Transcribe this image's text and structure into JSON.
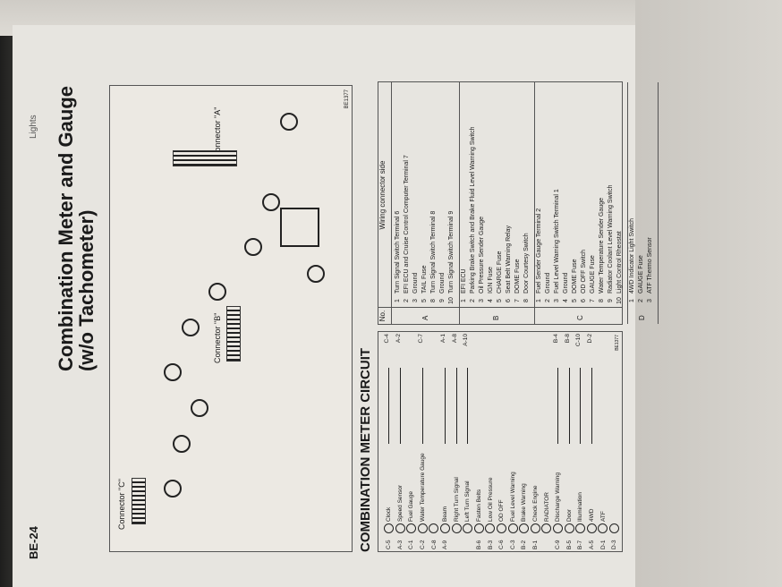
{
  "page": {
    "id": "BE-24",
    "running_head": "Lights",
    "title_line1": "Combination Meter and Gauge",
    "title_line2": "(w/o Tachometer)"
  },
  "diagram": {
    "connector_a": "Connector \"A\"",
    "connector_b": "Connector \"B\"",
    "connector_c": "Connector \"C\"",
    "id": "BE1377"
  },
  "circuit_title": "COMBINATION METER CIRCUIT",
  "schematic": {
    "rows": [
      {
        "pin": "C-5",
        "name": "Clock",
        "right": "C-4"
      },
      {
        "pin": "A-3",
        "name": "Speed Sensor",
        "right": "A-2"
      },
      {
        "pin": "C-1",
        "name": "Fuel Gauge",
        "right": ""
      },
      {
        "pin": "C-2",
        "name": "Water Temperature Gauge",
        "right": "C-7"
      },
      {
        "pin": "C-8",
        "name": "",
        "right": ""
      },
      {
        "pin": "A-9",
        "name": "Beam",
        "right": "A-1"
      },
      {
        "pin": "",
        "name": "Right Turn Signal",
        "right": "A-8"
      },
      {
        "pin": "",
        "name": "Left Turn Signal",
        "right": "A-10"
      },
      {
        "pin": "B-6",
        "name": "Fasten Belts",
        "right": ""
      },
      {
        "pin": "B-3",
        "name": "Low Oil Pressure",
        "right": ""
      },
      {
        "pin": "C-6",
        "name": "OD OFF",
        "right": ""
      },
      {
        "pin": "C-3",
        "name": "Fuel Level Warning",
        "right": ""
      },
      {
        "pin": "B-2",
        "name": "Brake Warning",
        "right": ""
      },
      {
        "pin": "B-1",
        "name": "Check Engine",
        "right": ""
      },
      {
        "pin": "",
        "name": "RADIATOR",
        "right": ""
      },
      {
        "pin": "C-9",
        "name": "Discharge Warning",
        "right": "B-4"
      },
      {
        "pin": "B-5",
        "name": "Door",
        "right": "B-8"
      },
      {
        "pin": "B-7",
        "name": "Illumination",
        "right": "C-10"
      },
      {
        "pin": "A-5",
        "name": "4WD",
        "right": "D-2"
      },
      {
        "pin": "D-1",
        "name": "ATF",
        "right": ""
      },
      {
        "pin": "D-3",
        "name": "",
        "right": ""
      }
    ],
    "id": "BE1377"
  },
  "table": {
    "col_no": "No.",
    "col_side": "Wiring connector side",
    "groups": [
      {
        "label": "A",
        "rows": [
          {
            "no": "1",
            "text": "Turn Signal Switch Terminal 6"
          },
          {
            "no": "2",
            "text": "EFI ECU and Cruise Control Computer Terminal 7"
          },
          {
            "no": "3",
            "text": "Ground"
          },
          {
            "no": "5",
            "text": "TAIL Fuse"
          },
          {
            "no": "8",
            "text": "Turn Signal Switch Terminal 8"
          },
          {
            "no": "9",
            "text": "Ground"
          },
          {
            "no": "10",
            "text": "Turn Signal Switch Terminal 9"
          }
        ]
      },
      {
        "label": "B",
        "rows": [
          {
            "no": "1",
            "text": "EFI ECU"
          },
          {
            "no": "2",
            "text": "Parking Brake Switch and Brake Fluid Level Warning Switch"
          },
          {
            "no": "3",
            "text": "Oil Pressure Sender Gauge"
          },
          {
            "no": "4",
            "text": "IGN Fuse"
          },
          {
            "no": "5",
            "text": "CHARGE Fuse"
          },
          {
            "no": "6",
            "text": "Seat Belt Warning Relay"
          },
          {
            "no": "7",
            "text": "DOME Fuse"
          },
          {
            "no": "8",
            "text": "Door Courtesy Switch"
          }
        ]
      },
      {
        "label": "C",
        "rows": [
          {
            "no": "1",
            "text": "Fuel Sender Gauge Terminal 2"
          },
          {
            "no": "2",
            "text": "Ground"
          },
          {
            "no": "3",
            "text": "Fuel Level Warning Switch Terminal 1"
          },
          {
            "no": "4",
            "text": "Ground"
          },
          {
            "no": "5",
            "text": "DOME Fuse"
          },
          {
            "no": "6",
            "text": "OD OFF Switch"
          },
          {
            "no": "7",
            "text": "GAUGE Fuse"
          },
          {
            "no": "8",
            "text": "Water Temperature Sender Gauge"
          },
          {
            "no": "9",
            "text": "Radiator Coolant Level Warning Switch"
          },
          {
            "no": "10",
            "text": "Light Control Rheostat"
          }
        ]
      },
      {
        "label": "D",
        "rows": [
          {
            "no": "1",
            "text": "4WD Indicator Light Switch"
          },
          {
            "no": "2",
            "text": "GAUGE Fuse"
          },
          {
            "no": "3",
            "text": "ATF Thermo Sensor"
          }
        ]
      }
    ]
  }
}
